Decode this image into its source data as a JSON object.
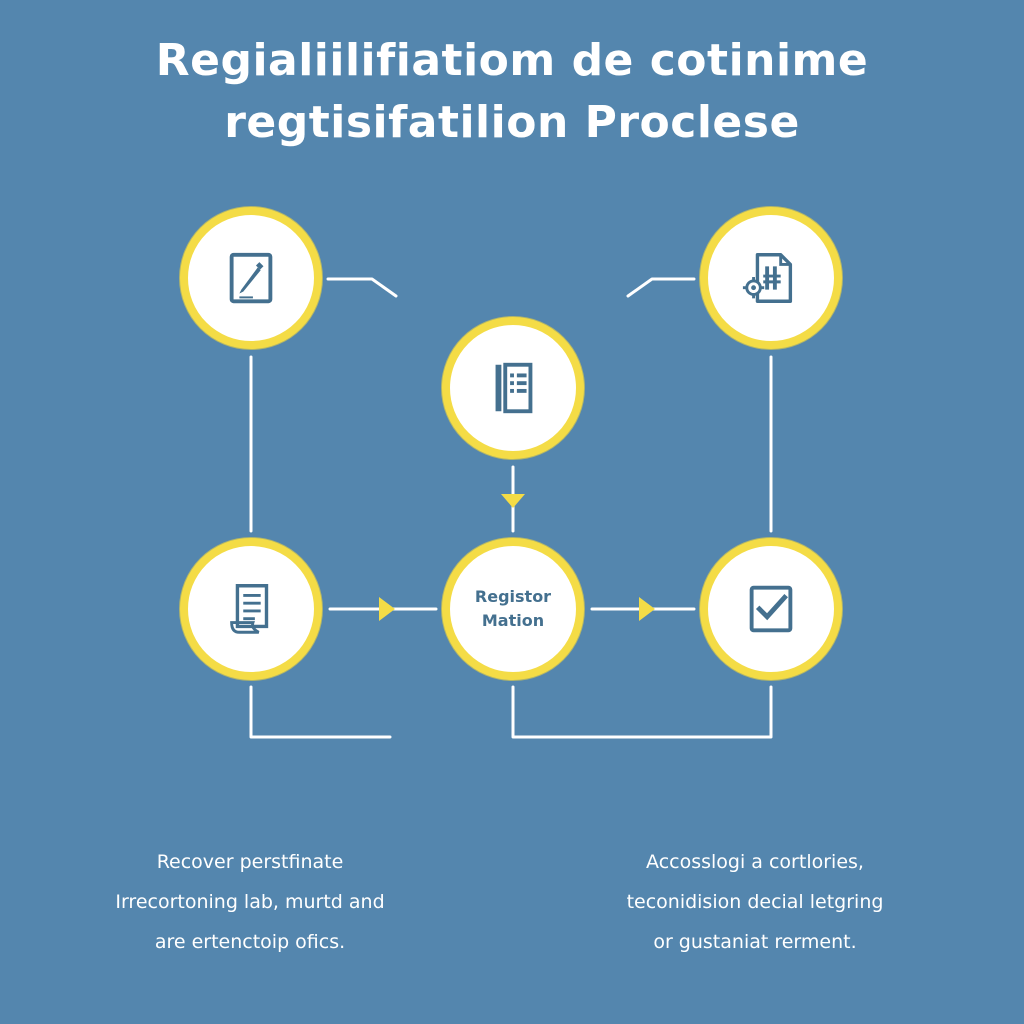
{
  "title": {
    "line1": "Regialiilifiatiom de cotinime",
    "line2": "regtisifatilion Proclese"
  },
  "nodes": {
    "center": {
      "label_line1": "Registor",
      "label_line2": "Mation"
    }
  },
  "descriptions": {
    "left": {
      "line1": "Recover perstfinate",
      "line2": "Irrecortoning lab, murtd and",
      "line3": "are ertenctoip ofics."
    },
    "right": {
      "line1": "Accosslogi a cortlories,",
      "line2": "teconidision decial letgring",
      "line3": "or gustaniat rerment."
    }
  },
  "colors": {
    "background": "#5486ae",
    "node_ring": "#f4dc46",
    "icon": "#44708f",
    "connector": "#ffffff",
    "arrow": "#f4dc46"
  },
  "icons": {
    "top_left": "pen-on-paper-icon",
    "top_center": "notebook-list-icon",
    "top_right": "document-gear-icon",
    "bottom_left": "document-list-icon",
    "bottom_right": "checkbox-icon"
  }
}
